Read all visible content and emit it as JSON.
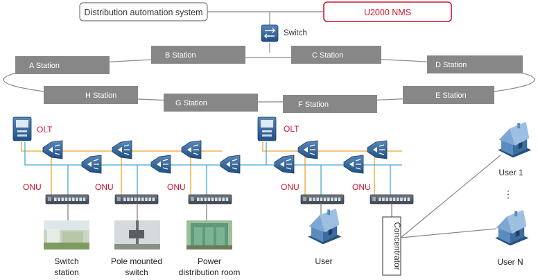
{
  "top": {
    "distribution_system": "Distribution automation system",
    "nms": "U2000 NMS",
    "switch_label": "Switch"
  },
  "stations": {
    "a": "A Station",
    "b": "B Station",
    "c": "C Station",
    "d": "D Station",
    "e": "E Station",
    "f": "F Station",
    "g": "G Station",
    "h": "H Station"
  },
  "labels": {
    "olt": "OLT",
    "onu": "ONU",
    "switch_station_line1": "Switch",
    "switch_station_line2": "station",
    "pole_line1": "Pole mounted",
    "pole_line2": "switch",
    "power_line1": "Power",
    "power_line2": "distribution room",
    "user": "User",
    "user_1": "User 1",
    "user_n": "User N",
    "ellipsis": "⋮",
    "concentrator": "Concentrator"
  },
  "colors": {
    "nms_red": "#d0142c",
    "station_gray": "#878787",
    "fiber_orange": "#f5a22b",
    "fiber_blue": "#3fa9d6",
    "device_blue": "#2b5d8e",
    "house_blue": "#3c6d9e"
  }
}
